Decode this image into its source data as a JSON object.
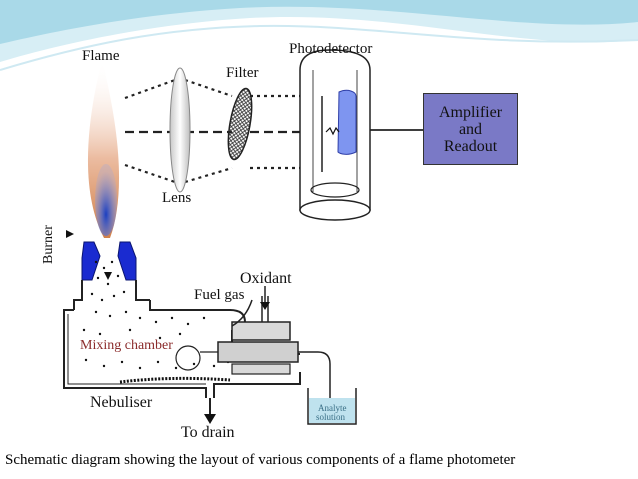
{
  "labels": {
    "flame": "Flame",
    "filter": "Filter",
    "photodetector": "Photodetector",
    "lens": "Lens",
    "burner": "Burner",
    "oxidant": "Oxidant",
    "fuel_gas": "Fuel gas",
    "mixing_chamber": "Mixing chamber",
    "nebuliser": "Nebuliser",
    "to_drain": "To drain",
    "analyte_line1": "Analyte",
    "analyte_line2": "solution"
  },
  "amplifier": {
    "line1": "Amplifier",
    "line2": "and",
    "line3": "Readout",
    "fill_color": "#7a79c6"
  },
  "caption": "Schematic diagram showing the layout of various components of a flame photometer",
  "colors": {
    "header_wave": "#a9d9e8",
    "burner_blue": "#1a2bd0",
    "flame_core": "#2e5fd6",
    "flame_outer": "#d08a5a"
  }
}
